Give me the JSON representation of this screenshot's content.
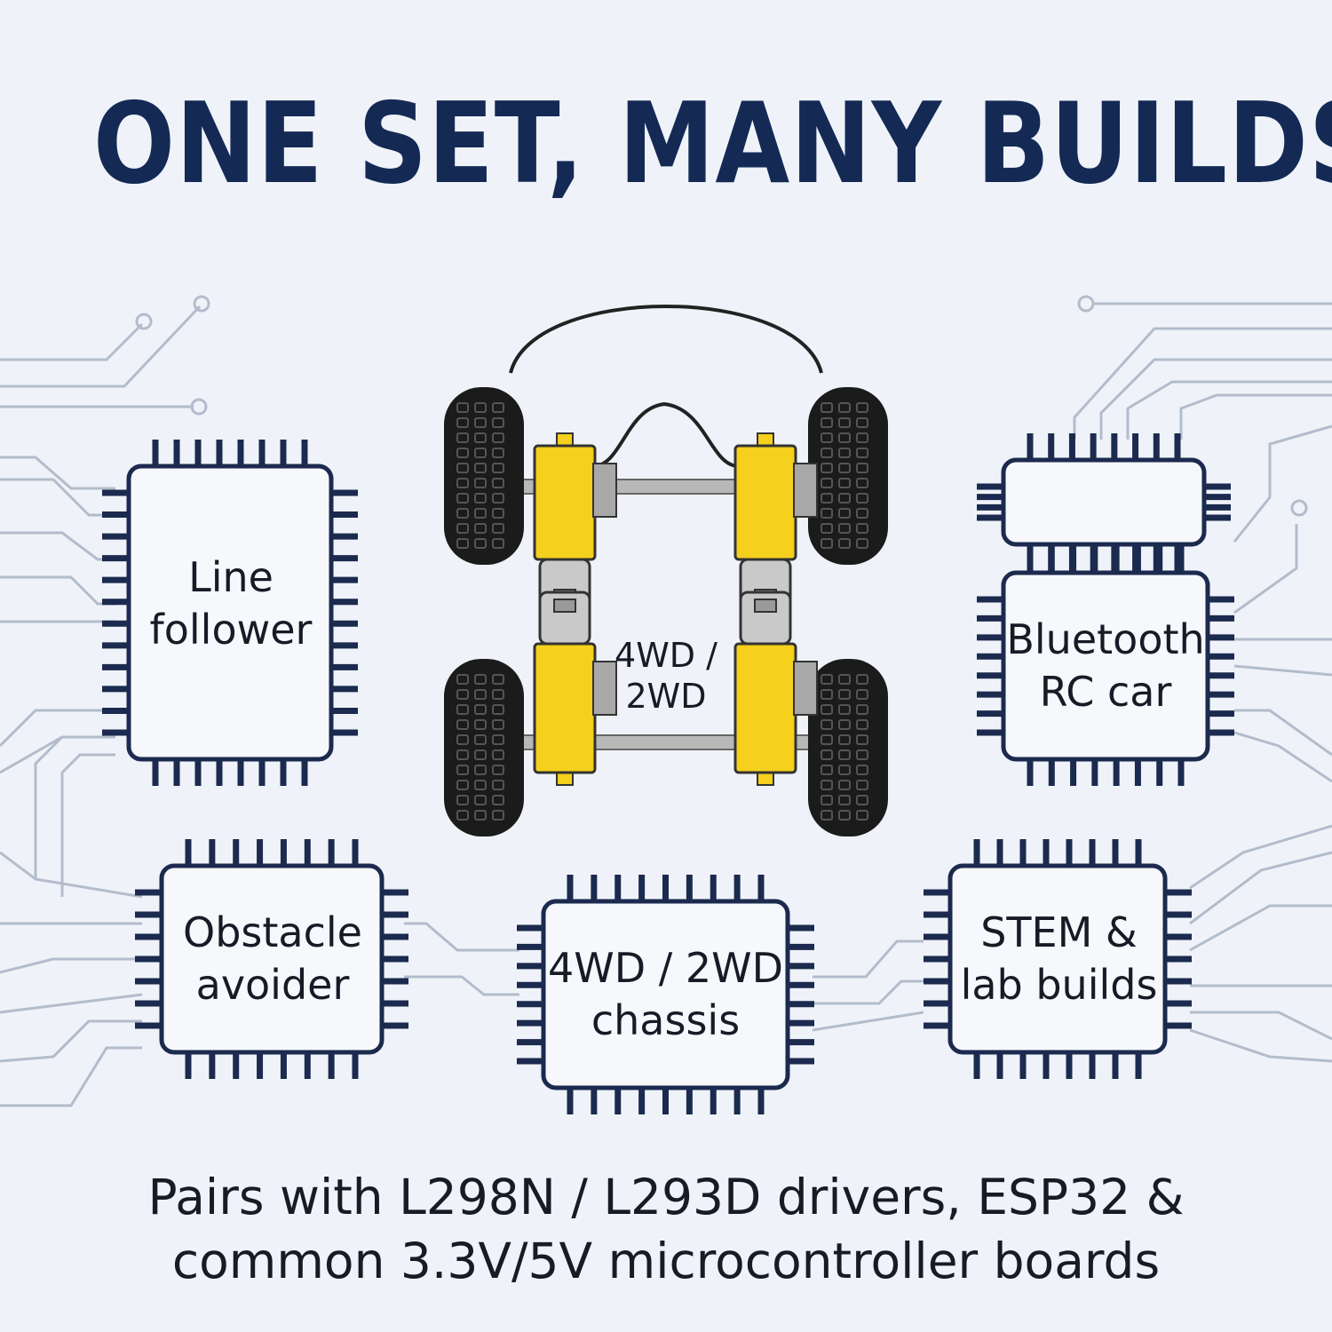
{
  "title": "ONE SET, MANY BUILDS",
  "colors": {
    "background": "#eff3f9",
    "title": "#142a55",
    "chip_outline": "#1b2a4e",
    "trace": "#b3bccc",
    "motor": "#f5d01c",
    "tire": "#1b1b1b"
  },
  "chips": {
    "line_follower": {
      "line1": "Line",
      "line2": "follower"
    },
    "bluetooth": {
      "line1": "Bluetooth",
      "line2": "RC car"
    },
    "obstacle": {
      "line1": "Obstacle",
      "line2": "avoider"
    },
    "chassis": {
      "line1": "4WD / 2WD",
      "line2": "chassis"
    },
    "stem": {
      "line1": "STEM &",
      "line2": "lab builds"
    }
  },
  "car": {
    "label_line1": "4WD /",
    "label_line2": "2WD"
  },
  "footer": {
    "line1": "Pairs with L298N / L293D drivers, ESP32 &",
    "line2": "common 3.3V/5V microcontroller boards"
  }
}
